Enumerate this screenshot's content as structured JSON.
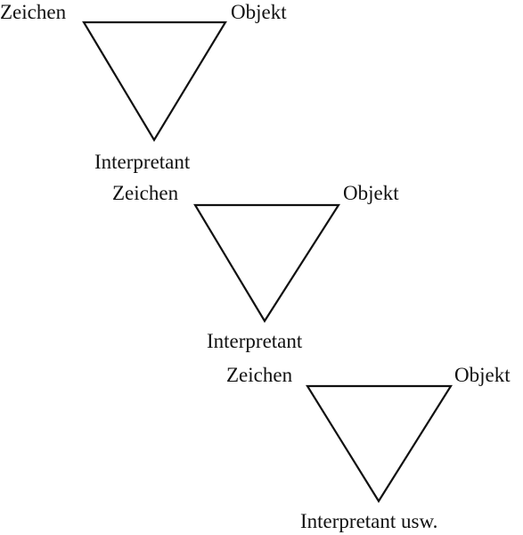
{
  "triangles": [
    {
      "sign": "Zeichen",
      "object": "Objekt",
      "interpretant": "Interpretant"
    },
    {
      "sign": "Zeichen",
      "object": "Objekt",
      "interpretant": "Interpretant"
    },
    {
      "sign": "Zeichen",
      "object": "Objekt",
      "interpretant": "Interpretant usw."
    }
  ],
  "colors": {
    "line": "#111111",
    "text": "#111111",
    "background": "#ffffff"
  }
}
